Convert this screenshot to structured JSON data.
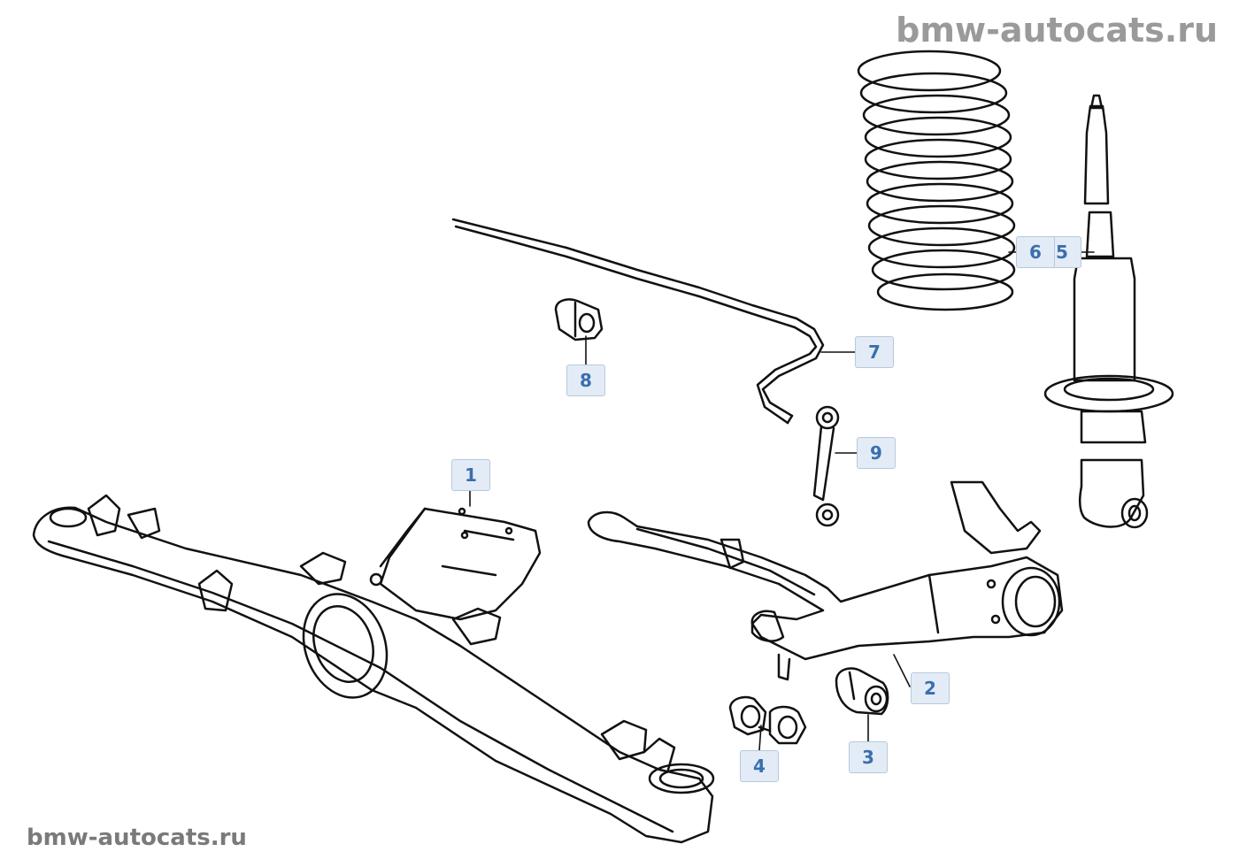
{
  "watermark": {
    "top": "bmw-autocats.ru",
    "bottom": "bmw-autocats.ru"
  },
  "callouts": [
    {
      "id": "1",
      "label": "1",
      "part": "rear-axle-carrier"
    },
    {
      "id": "2",
      "label": "2",
      "part": "trailing-arm"
    },
    {
      "id": "3",
      "label": "3",
      "part": "rubber-mounting"
    },
    {
      "id": "4",
      "label": "4",
      "part": "rubber-mounting-pair"
    },
    {
      "id": "5",
      "label": "5",
      "part": "shock-absorber"
    },
    {
      "id": "6",
      "label": "6",
      "part": "coil-spring"
    },
    {
      "id": "7",
      "label": "7",
      "part": "stabilizer-bar"
    },
    {
      "id": "8",
      "label": "8",
      "part": "stabilizer-rubber-mounting"
    },
    {
      "id": "9",
      "label": "9",
      "part": "stabilizer-link"
    }
  ],
  "colors": {
    "callout_bg": "#e3ecf6",
    "callout_text": "#3a6fae",
    "line_art": "#111111",
    "watermark": "#8a8a8a"
  }
}
